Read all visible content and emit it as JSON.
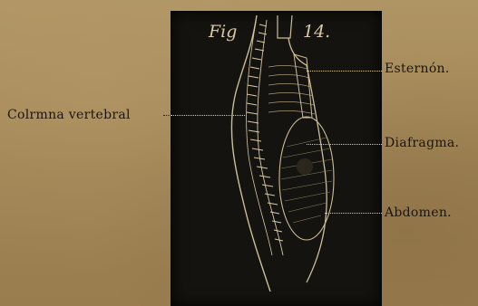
{
  "figure": {
    "fig_label": "Fig",
    "fig_number": "14."
  },
  "labels": {
    "esternon": "Esternón.",
    "columna": "Colrmna vertebral",
    "diafragma": "Diafragma.",
    "abdomen": "Abdomen."
  },
  "colors": {
    "paper": "#a58a5a",
    "plate": "#14130f",
    "drawing": "#d8c9a4",
    "text": "#1c140c"
  }
}
